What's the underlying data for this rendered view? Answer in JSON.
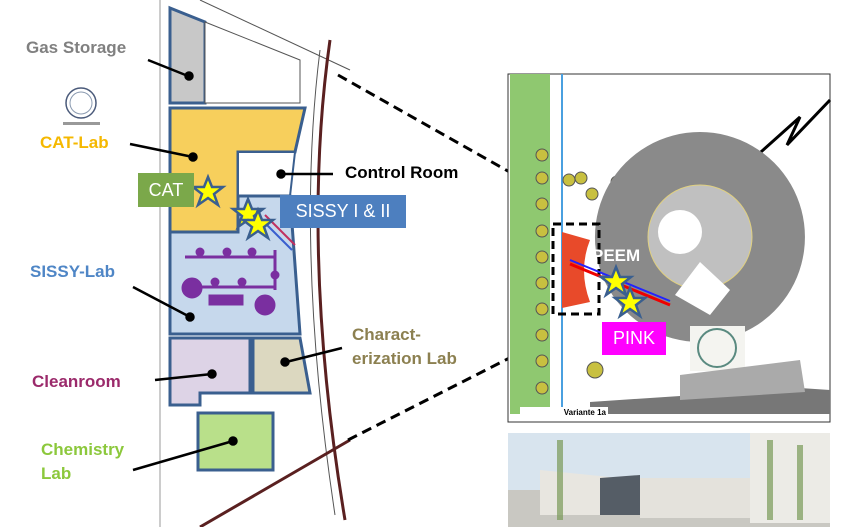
{
  "floorplan": {
    "labels": {
      "gas_storage": "Gas Storage",
      "cat_lab": "CAT-Lab",
      "sissy_lab": "SISSY-Lab",
      "cleanroom": "Cleanroom",
      "chemistry_lab_1": "Chemistry",
      "chemistry_lab_2": "Lab",
      "control_room": "Control Room",
      "characterization_1": "Charact-",
      "characterization_2": "erization Lab"
    },
    "tags": {
      "cat": "CAT",
      "sissy": "SISSY I & II"
    }
  },
  "siteplan": {
    "tags": {
      "peem": "PEEM",
      "pink": "PINK"
    },
    "variant_label": "Variante 1a"
  },
  "colors": {
    "gas_storage": "#808080",
    "cat_lab": "#f5c518",
    "sissy_lab": "#4f86c6",
    "cleanroom": "#9b2a6b",
    "chemistry": "#8cc83c",
    "characterization": "#8c8050",
    "cat_tag": "#7ba84a",
    "sissy_tag": "#4d7fbf",
    "pink_tag": "#ff00ff",
    "star": "#ffff00",
    "ring": "#8a8a8a"
  }
}
